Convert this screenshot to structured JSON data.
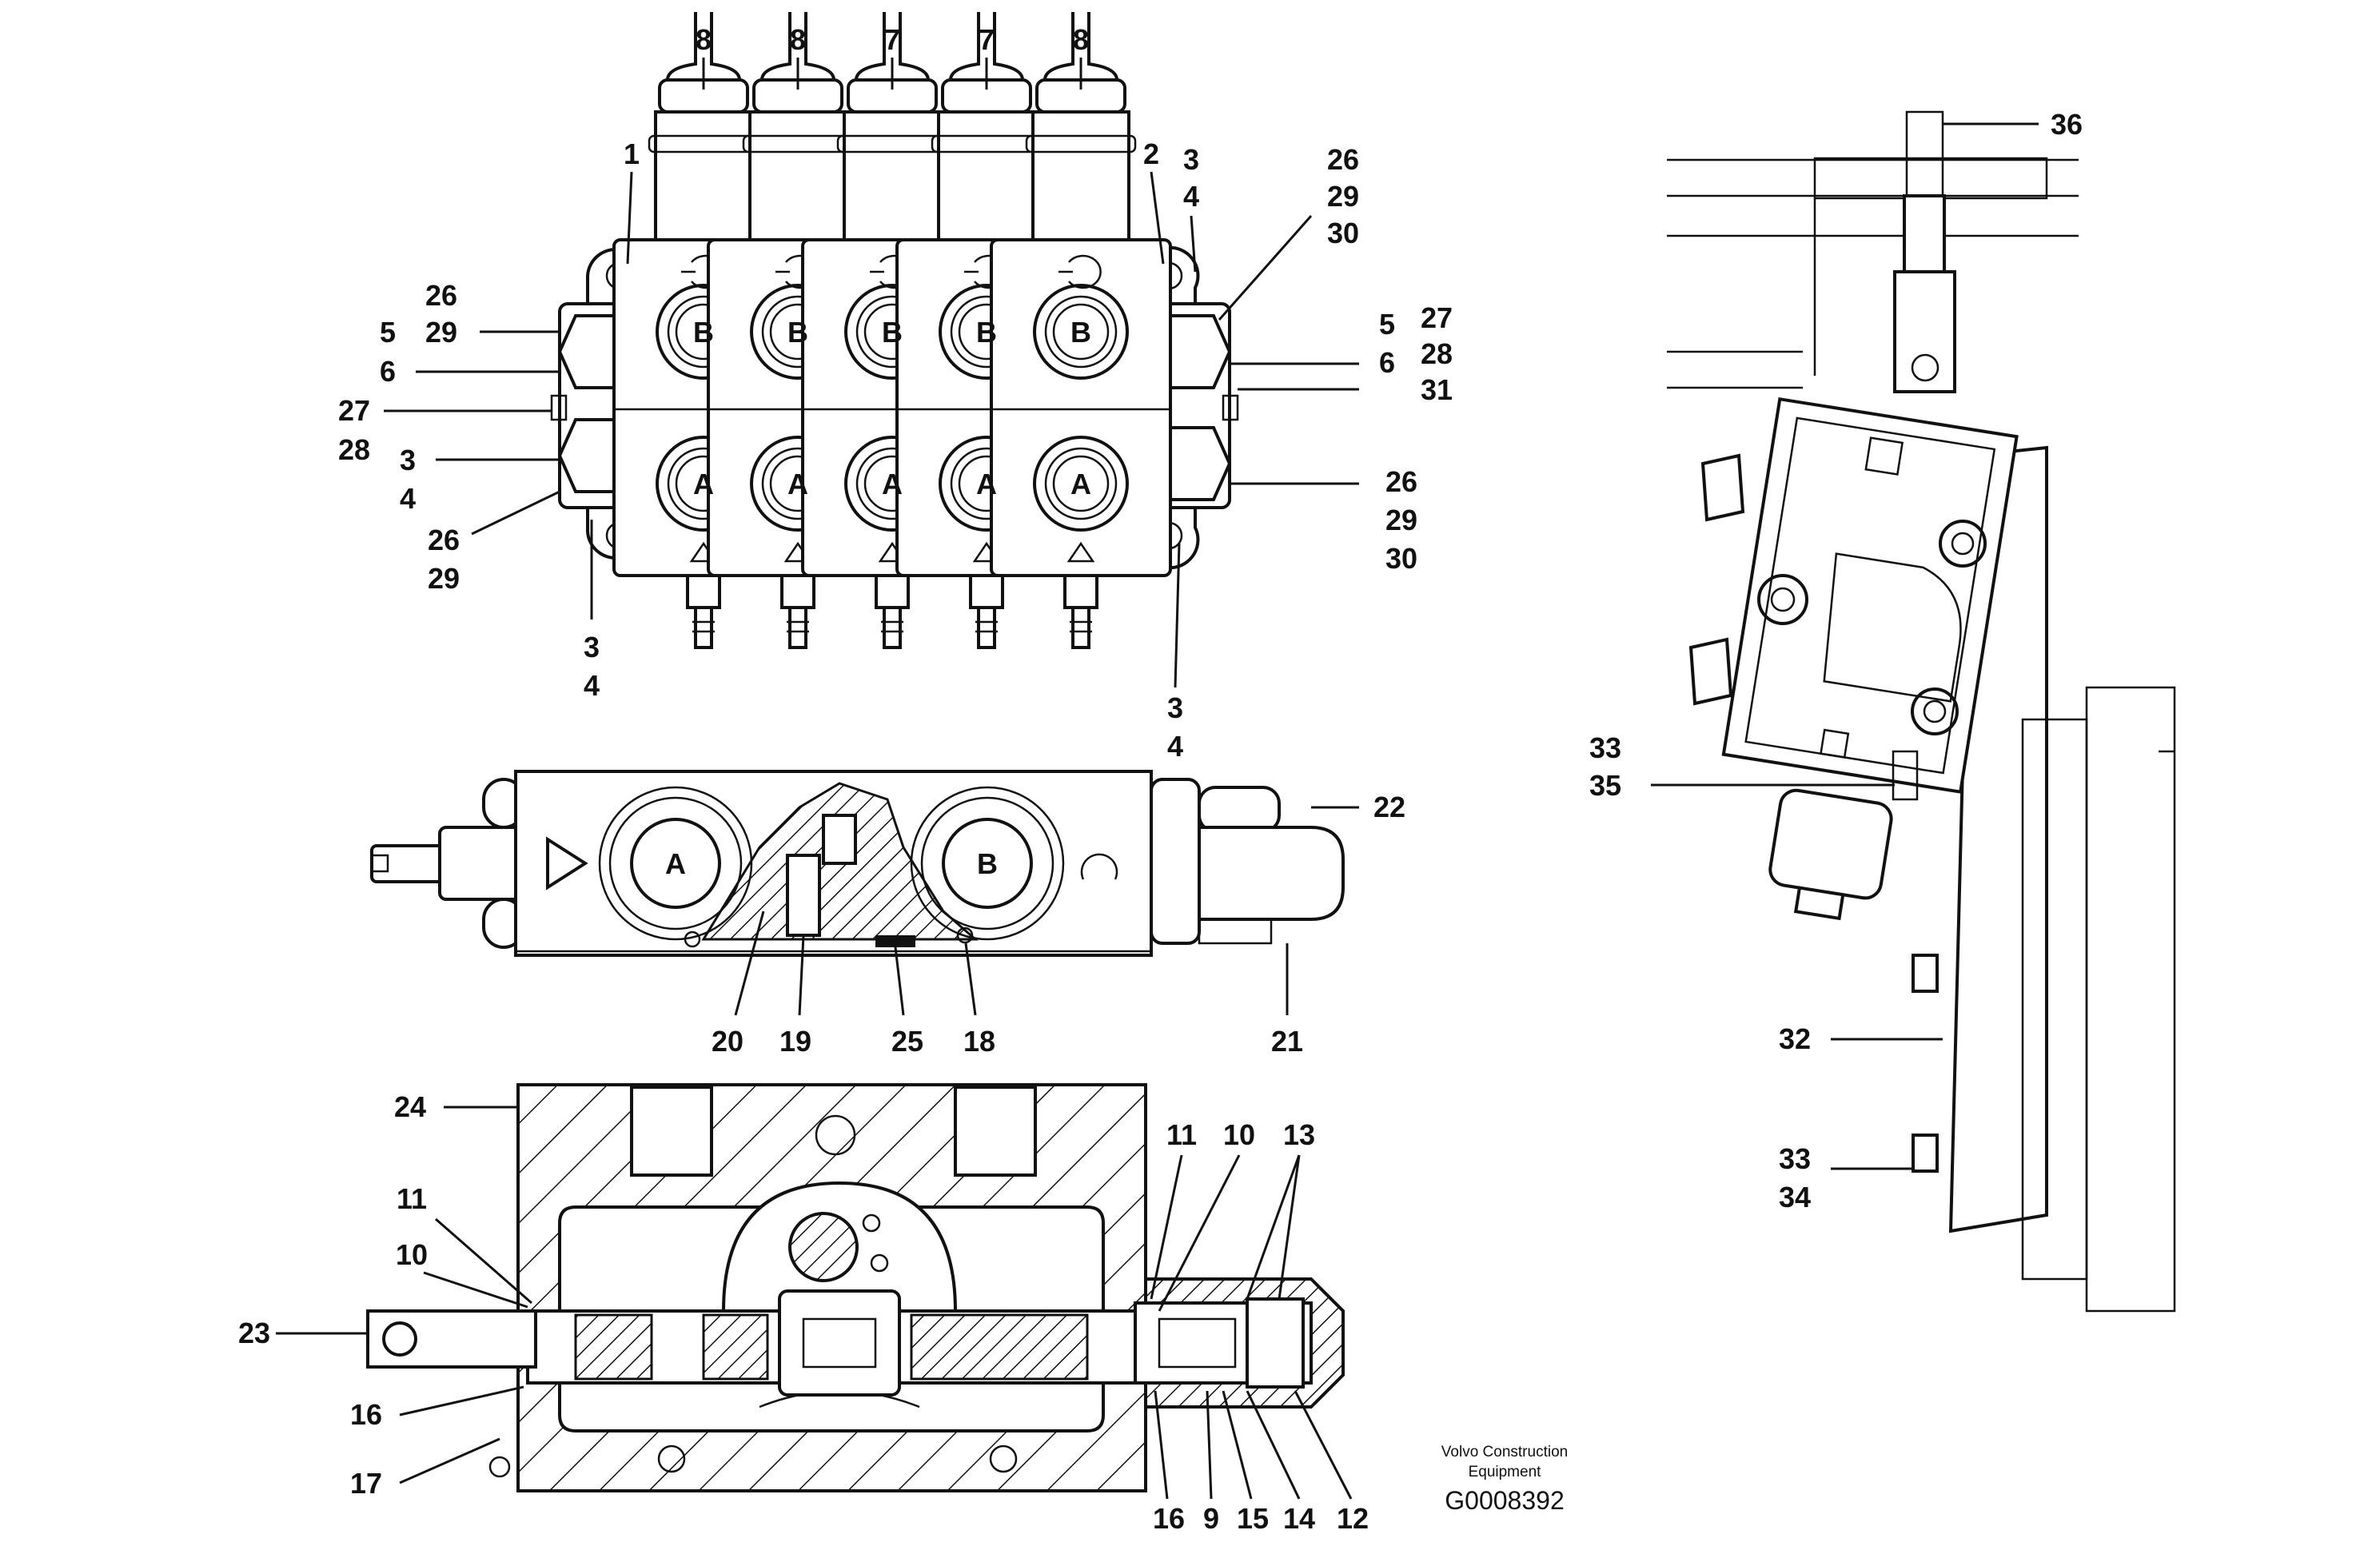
{
  "caption": {
    "company": "Volvo Construction",
    "company_line2": "Equipment",
    "drawing_id": "G0008392"
  },
  "port_labels": {
    "a": "A",
    "b": "B"
  },
  "callouts": {
    "top": [
      "8",
      "8",
      "7",
      "7",
      "8",
      "1",
      "2",
      "3",
      "4",
      "26",
      "29",
      "30",
      "26",
      "29",
      "5",
      "6",
      "27",
      "28",
      "3",
      "4",
      "26",
      "29",
      "3",
      "4",
      "5",
      "27",
      "28",
      "6",
      "31",
      "26",
      "29",
      "30",
      "3",
      "4"
    ],
    "middle": [
      "22",
      "20",
      "19",
      "25",
      "18",
      "21"
    ],
    "bottom": [
      "24",
      "11",
      "10",
      "13",
      "11",
      "10",
      "23",
      "16",
      "17",
      "16",
      "9",
      "15",
      "14",
      "12"
    ],
    "right": [
      "36",
      "33",
      "35",
      "32",
      "33",
      "34"
    ]
  }
}
